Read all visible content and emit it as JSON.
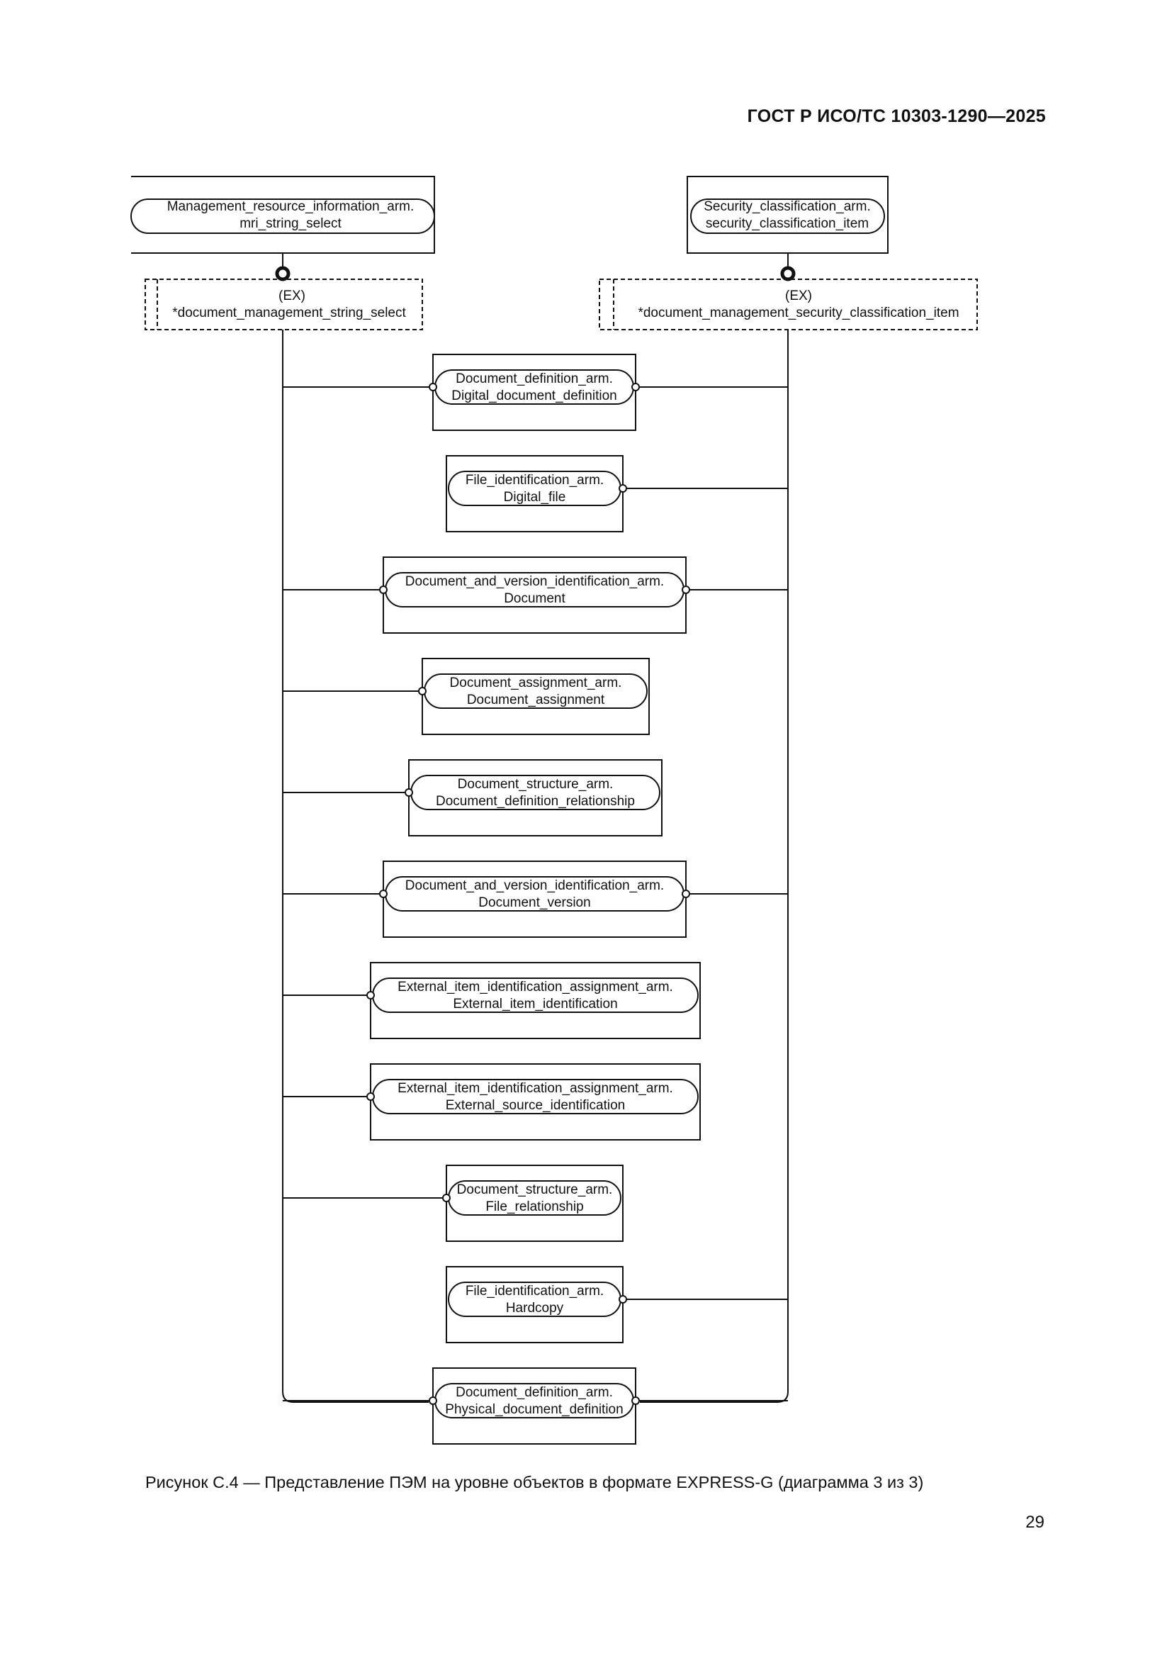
{
  "header": "ГОСТ Р ИСО/ТС 10303-1290—2025",
  "top_left": {
    "entity_lines": [
      "Management_resource_information_arm.",
      "mri_string_select"
    ],
    "ref_lines": [
      "(EX)",
      "*document_management_string_select"
    ]
  },
  "top_right": {
    "entity_lines": [
      "Security_classification_arm.",
      "security_classification_item"
    ],
    "ref_lines": [
      "(EX)",
      "*document_management_security_classification_item"
    ]
  },
  "entities": [
    {
      "lines": [
        "Document_definition_arm.",
        "Digital_document_definition"
      ]
    },
    {
      "lines": [
        "File_identification_arm.",
        "Digital_file"
      ]
    },
    {
      "lines": [
        "Document_and_version_identification_arm.",
        "Document"
      ]
    },
    {
      "lines": [
        "Document_assignment_arm.",
        "Document_assignment"
      ]
    },
    {
      "lines": [
        "Document_structure_arm.",
        "Document_definition_relationship"
      ]
    },
    {
      "lines": [
        "Document_and_version_identification_arm.",
        "Document_version"
      ]
    },
    {
      "lines": [
        "External_item_identification_assignment_arm.",
        "External_item_identification"
      ]
    },
    {
      "lines": [
        "External_item_identification_assignment_arm.",
        "External_source_identification"
      ]
    },
    {
      "lines": [
        "Document_structure_arm.",
        "File_relationship"
      ]
    },
    {
      "lines": [
        "File_identification_arm.",
        "Hardcopy"
      ]
    },
    {
      "lines": [
        "Document_definition_arm.",
        "Physical_document_definition"
      ]
    }
  ],
  "caption": "Рисунок С.4 — Представление ПЭМ на уровне объектов в формате EXPRESS-G (диаграмма 3 из 3)",
  "page_number": "29"
}
